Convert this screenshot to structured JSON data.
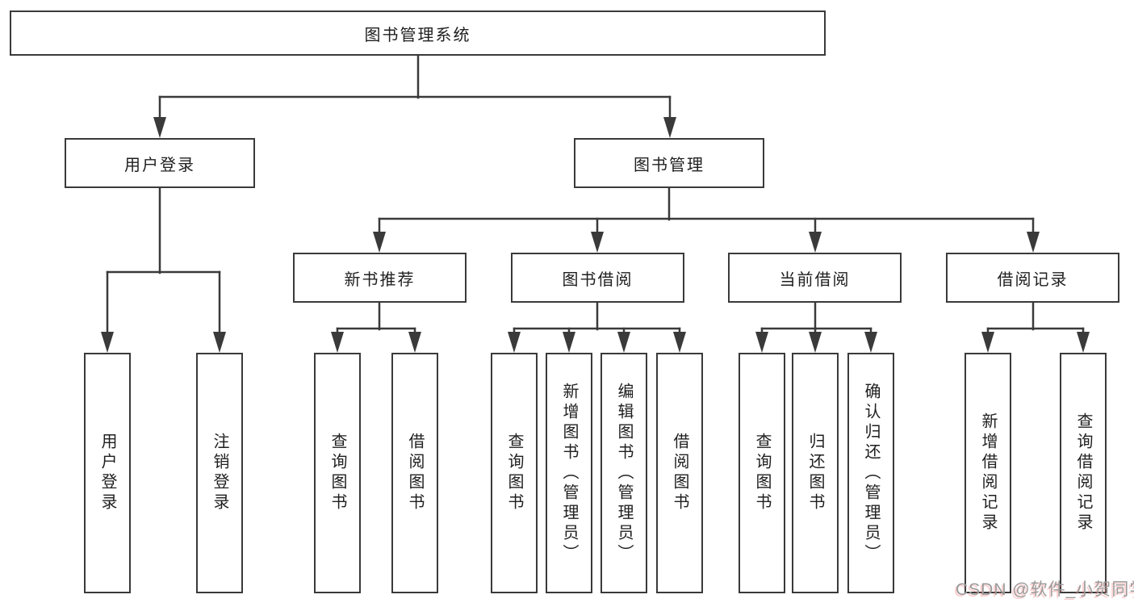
{
  "tree": {
    "root": "图书管理系统",
    "level2": [
      "用户登录",
      "图书管理"
    ],
    "level3": [
      "新书推荐",
      "图书借阅",
      "当前借阅",
      "借阅记录"
    ],
    "leaves": {
      "user_login": [
        "用户登录",
        "注销登录"
      ],
      "new_book": [
        "查询图书",
        "借阅图书"
      ],
      "book_borrow": [
        "查询图书",
        "新增图书（管理员）",
        "编辑图书（管理员）",
        "借阅图书"
      ],
      "current_borrow": [
        "查询图书",
        "归还图书",
        "确认归还（管理员）"
      ],
      "borrow_record": [
        "新增借阅记录",
        "查询借阅记录"
      ]
    }
  },
  "watermark": "CSDN @软件_小贺同学",
  "colors": {
    "line": "#3a3a3a",
    "text": "#1f1f1f",
    "background": "#ffffff",
    "watermark_gray": "#9b9b9b",
    "watermark_fringe": "#fa6e6e"
  }
}
